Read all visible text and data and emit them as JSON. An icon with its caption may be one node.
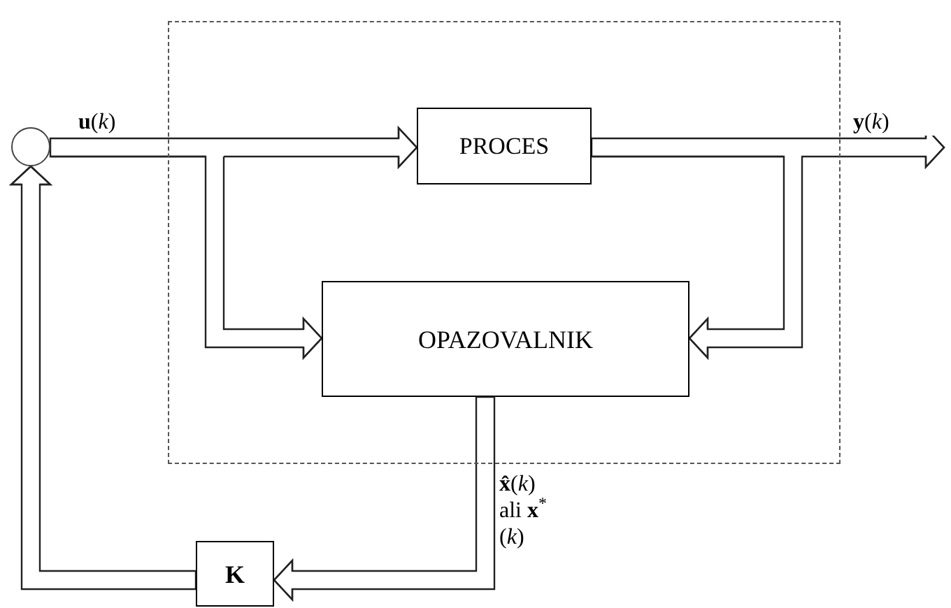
{
  "diagram": {
    "nodes": [
      {
        "text": [],
        "shape": "box"
      },
      {
        "text": [
          "PROCES"
        ],
        "in": 0
      },
      {
        "text": [
          "OPAZOVALNIK"
        ],
        "in": 0
      },
      {
        "text": [],
        "shape": "circle"
      },
      {
        "text": [
          "K"
        ]
      }
    ],
    "edges": [
      {
        "from": 3,
        "to": 1,
        "arrow": "to",
        "label": "**u**(*k*)"
      },
      {
        "from": 3,
        "to": 2,
        "arrow": "to"
      },
      {
        "from": 1,
        "to": null,
        "arrow": "to",
        "label": "**y**(*k*)"
      },
      {
        "from": 1,
        "to": 2,
        "arrow": "to"
      },
      {
        "from": 2,
        "to": 4,
        "arrow": "to",
        "label": "**x̂**(*k*) ali **x**$^{*}$(*k*)"
      },
      {
        "from": 4,
        "to": 3,
        "arrow": "to"
      }
    ]
  }
}
